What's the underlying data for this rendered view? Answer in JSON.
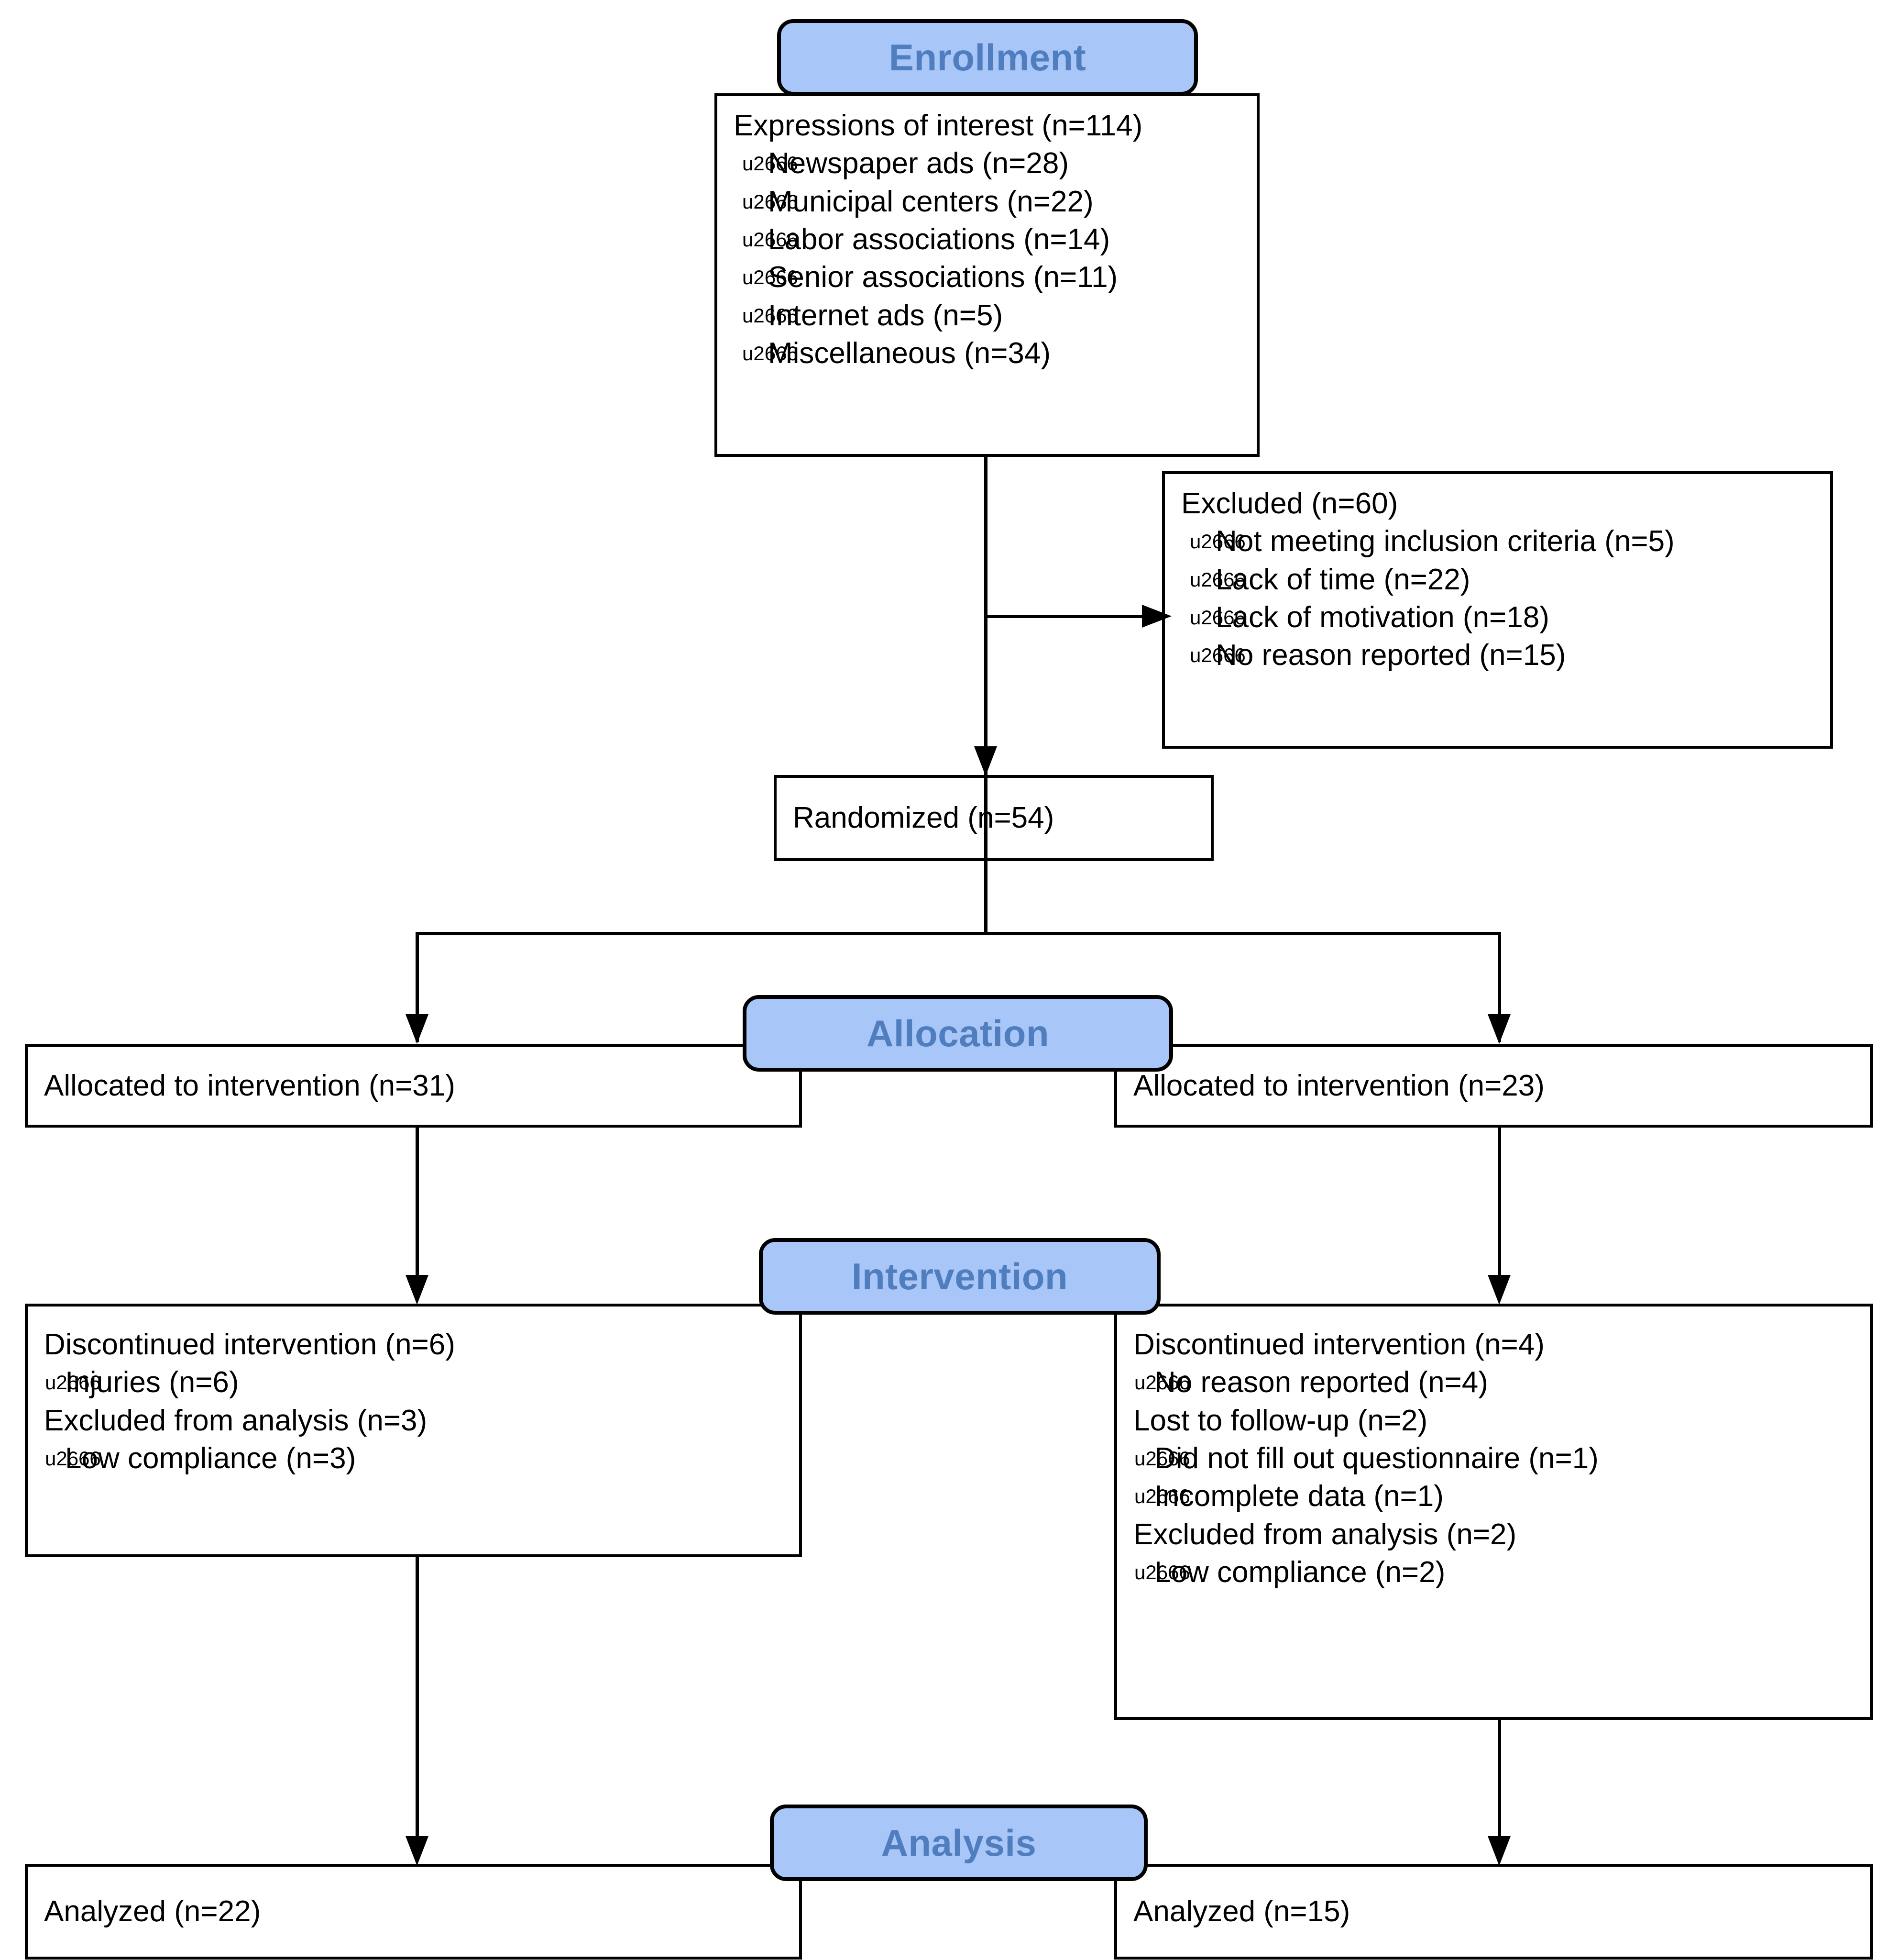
{
  "diagram": {
    "title": "CONSORT participant flow diagram",
    "accent_fill": "#a8c6f7",
    "accent_text": "#4f7dbe",
    "line_color": "#000000",
    "bullet_glyph": "diamond-bullet"
  },
  "stages": {
    "enrollment": "Enrollment",
    "allocation": "Allocation",
    "intervention": "Intervention",
    "analysis": "Analysis"
  },
  "enrollment_box": {
    "heading": "Expressions of interest (n=114)",
    "items": [
      "Newspaper ads (n=28)",
      "Municipal centers (n=22)",
      "Labor associations (n=14)",
      "Senior associations (n=11)",
      "Internet ads (n=5)",
      "Miscellaneous (n=34)"
    ]
  },
  "excluded_box": {
    "heading": "Excluded (n=60)",
    "items": [
      "Not meeting inclusion criteria (n=5)",
      "Lack of time (n=22)",
      "Lack of motivation (n=18)",
      "No reason reported (n=15)"
    ]
  },
  "randomized_box": {
    "heading": "Randomized (n=54)"
  },
  "allocation_left": {
    "heading": "Allocated to intervention (n=31)"
  },
  "allocation_right": {
    "heading": "Allocated to intervention (n=23)"
  },
  "intervention_left": {
    "groups": [
      {
        "heading": "Discontinued intervention (n=6)",
        "items": [
          "Injuries (n=6)"
        ]
      },
      {
        "heading": "Excluded from analysis (n=3)",
        "items": [
          "Low compliance (n=3)"
        ]
      }
    ]
  },
  "intervention_right": {
    "groups": [
      {
        "heading": "Discontinued intervention (n=4)",
        "items": [
          "No reason reported (n=4)"
        ]
      },
      {
        "heading": "Lost to follow-up (n=2)",
        "items": [
          "Did not fill out questionnaire (n=1)",
          "Incomplete data (n=1)"
        ]
      },
      {
        "heading": "Excluded from analysis (n=2)",
        "items": [
          "Low compliance (n=2)"
        ]
      }
    ]
  },
  "analysis_left": {
    "heading": "Analyzed (n=22)"
  },
  "analysis_right": {
    "heading": "Analyzed (n=15)"
  },
  "chart_data": {
    "type": "table",
    "title": "CONSORT flow: participant counts by stage",
    "stages": [
      "Enrollment",
      "Allocation",
      "Intervention",
      "Analysis"
    ],
    "nodes": [
      {
        "label": "Expressions of interest",
        "n": 114
      },
      {
        "label": "Newspaper ads",
        "n": 28
      },
      {
        "label": "Municipal centers",
        "n": 22
      },
      {
        "label": "Labor associations",
        "n": 14
      },
      {
        "label": "Senior associations",
        "n": 11
      },
      {
        "label": "Internet ads",
        "n": 5
      },
      {
        "label": "Miscellaneous",
        "n": 34
      },
      {
        "label": "Excluded",
        "n": 60
      },
      {
        "label": "Not meeting inclusion criteria",
        "n": 5
      },
      {
        "label": "Lack of time",
        "n": 22
      },
      {
        "label": "Lack of motivation",
        "n": 18
      },
      {
        "label": "No reason reported",
        "n": 15
      },
      {
        "label": "Randomized",
        "n": 54
      },
      {
        "label": "Allocated to intervention (arm 1)",
        "n": 31
      },
      {
        "label": "Allocated to intervention (arm 2)",
        "n": 23
      },
      {
        "label": "Discontinued intervention (arm 1)",
        "n": 6
      },
      {
        "label": "Injuries (arm 1)",
        "n": 6
      },
      {
        "label": "Excluded from analysis (arm 1)",
        "n": 3
      },
      {
        "label": "Low compliance (arm 1)",
        "n": 3
      },
      {
        "label": "Discontinued intervention (arm 2)",
        "n": 4
      },
      {
        "label": "No reason reported (arm 2)",
        "n": 4
      },
      {
        "label": "Lost to follow-up (arm 2)",
        "n": 2
      },
      {
        "label": "Did not fill out questionnaire (arm 2)",
        "n": 1
      },
      {
        "label": "Incomplete data (arm 2)",
        "n": 1
      },
      {
        "label": "Excluded from analysis (arm 2)",
        "n": 2
      },
      {
        "label": "Low compliance (arm 2)",
        "n": 2
      },
      {
        "label": "Analyzed (arm 1)",
        "n": 22
      },
      {
        "label": "Analyzed (arm 2)",
        "n": 15
      }
    ]
  }
}
